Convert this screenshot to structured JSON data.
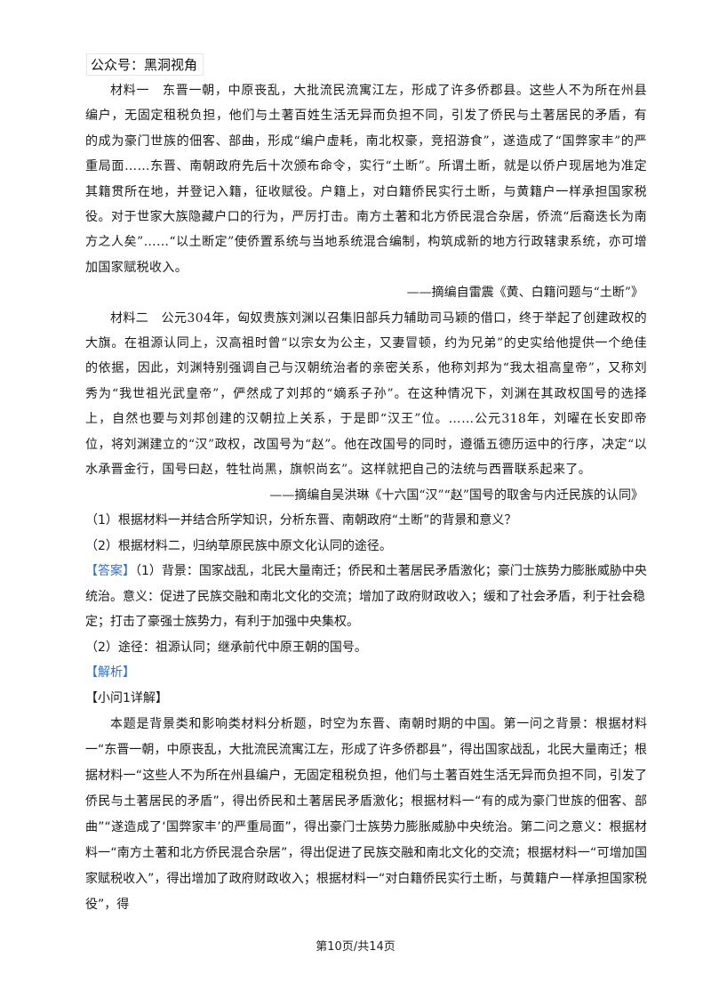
{
  "watermark": "公众号：黑洞视角",
  "material1": {
    "text": "材料一　东晋一朝，中原丧乱，大批流民流寓江左，形成了许多侨郡县。这些人不为所在州县编户，无固定租税负担，他们与土著百姓生活无异而负担不同，引发了侨民与土著居民的矛盾，有的成为豪门世族的佃客、部曲，形成“编户虚耗，南北权豪，竞招游食”，遂造成了“国弊家丰”的严重局面……东晋、南朝政府先后十次颁布命令，实行“土断”。所谓土断，就是以侨户现居地为准定其籍贯所在地，并登记入籍，征收赋役。户籍上，对白籍侨民实行土断，与黄籍户一样承担国家税役。对于世家大族隐藏户口的行为，严厉打击。南方土著和北方侨民混合杂居，侨流“后裔迭长为南方之人矣”……“以土断定”使侨置系统与当地系统混合编制，构筑成新的地方行政辖隶系统，亦可增加国家赋税收入。",
    "source": "——摘编自雷震《黄、白籍问题与“土断”》"
  },
  "material2": {
    "text": "材料二　公元304年，匈奴贵族刘渊以召集旧部兵力辅助司马颖的借口，终于举起了创建政权的大旗。在祖源认同上，汉高祖时曾“以宗女为公主，又妻冒顿，约为兄弟”的史实给他提供一个绝佳的依据，因此，刘渊特别强调自己与汉朝统治者的亲密关系，他称刘邦为“我太祖高皇帝”，又称刘秀为“我世祖光武皇帝”，俨然成了刘邦的“嫡系子孙”。在这种情况下，刘渊在其政权国号的选择上，自然也要与刘邦创建的汉朝拉上关系，于是即“汉王”位。……公元318年，刘曜在长安即帝位，将刘渊建立的“汉”政权，改国号为“赵”。他在改国号的同时，遵循五德历运中的行序，决定“以水承晋金行，国号曰赵，牲牡尚黑，旗帜尚玄”。这样就把自己的法统与西晋联系起来了。",
    "source": "——摘编自吴洪琳《十六国“汉”“赵”国号的取舍与内迁民族的认同》"
  },
  "questions": [
    "（1）根据材料一并结合所学知识，分析东晋、南朝政府“土断”的背景和意义？",
    "（2）根据材料二，归纳草原民族中原文化认同的途径。"
  ],
  "answer": {
    "tag": "【答案】",
    "part1": "（1）背景：国家战乱，北民大量南迁；侨民和土著居民矛盾激化；豪门士族势力膨胀威胁中央统治。意义：促进了民族交融和南北文化的交流；增加了政府财政收入；缓和了社会矛盾，利于社会稳定；打击了豪强士族势力，有利于加强中央集权。",
    "part2": "（2）途径：祖源认同；继承前代中原王朝的国号。"
  },
  "analysis": {
    "tag": "【解析】",
    "subheading": "【小问1详解】",
    "text": "本题是背景类和影响类材料分析题，时空为东晋、南朝时期的中国。第一问之背景：根据材料一“东晋一朝，中原丧乱，大批流民流寓江左，形成了许多侨郡县”，得出国家战乱，北民大量南迁；根据材料一“这些人不为所在州县编户，无固定租税负担，他们与土著百姓生活无异而负担不同，引发了侨民与土著居民的矛盾”，得出侨民和土著居民矛盾激化；根据材料一“有的成为豪门世族的佃客、部曲”“遂造成了‘国弊家丰’的严重局面”，得出豪门士族势力膨胀威胁中央统治。第二问之意义：根据材料一“南方土著和北方侨民混合杂居”，得出促进了民族交融和南北文化的交流；根据材料一“可增加国家赋税收入”，得出增加了政府财政收入；根据材料一“对白籍侨民实行土断，与黄籍户一样承担国家税役”，得"
  },
  "footer": "第10页/共14页"
}
